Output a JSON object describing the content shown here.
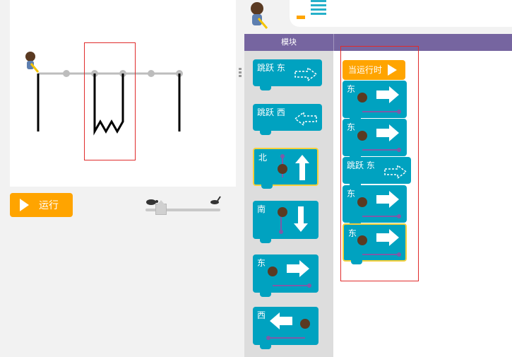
{
  "run_button": {
    "label": "运行"
  },
  "speed_slider": {
    "value": 0.2
  },
  "toolbox": {
    "header": "模块",
    "blocks": [
      {
        "label": "跳跃 东",
        "kind": "jump-east"
      },
      {
        "label": "跳跃 西",
        "kind": "jump-west"
      },
      {
        "label": "北",
        "kind": "move-north"
      },
      {
        "label": "南",
        "kind": "move-south"
      },
      {
        "label": "东",
        "kind": "move-east"
      },
      {
        "label": "西",
        "kind": "move-west"
      }
    ]
  },
  "workspace": {
    "hat_label": "当运行时",
    "blocks": [
      {
        "label": "东",
        "kind": "move-east"
      },
      {
        "label": "东",
        "kind": "move-east"
      },
      {
        "label": "跳跃 东",
        "kind": "jump-east"
      },
      {
        "label": "东",
        "kind": "move-east"
      },
      {
        "label": "东",
        "kind": "move-east"
      }
    ]
  },
  "colors": {
    "block": "#00a2c0",
    "hat": "#ffa400",
    "header": "#7665a0",
    "selected": "#f5d03b",
    "highlight": "#e02b2b"
  }
}
